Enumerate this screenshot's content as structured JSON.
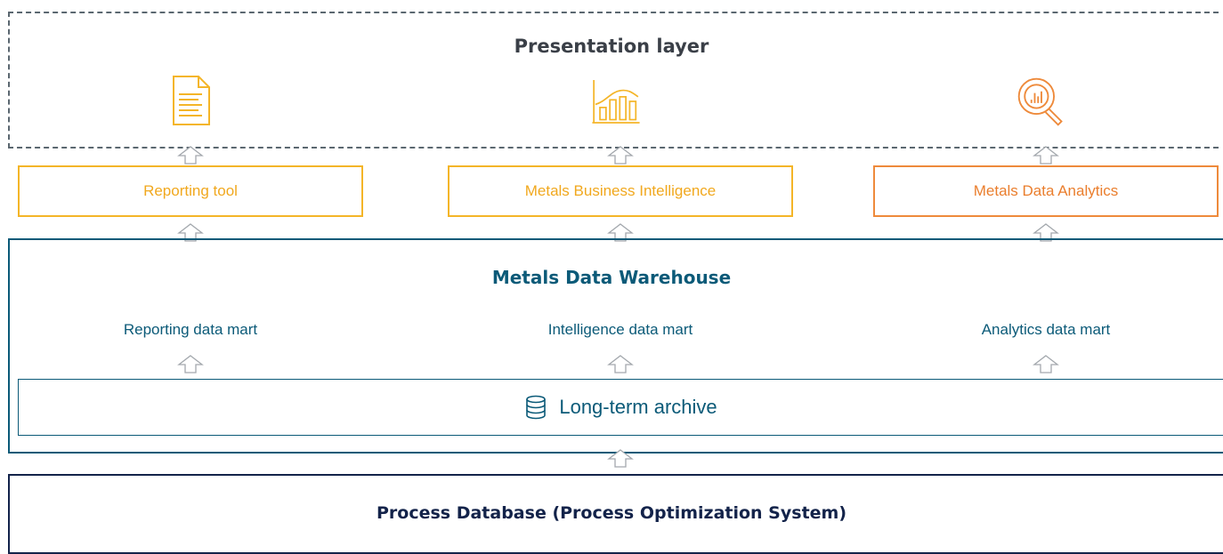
{
  "presentation": {
    "title": "Presentation layer"
  },
  "tools": {
    "reporting": "Reporting tool",
    "intelligence": "Metals Business Intelligence",
    "analytics": "Metals Data Analytics"
  },
  "warehouse": {
    "title": "Metals Data Warehouse",
    "marts": [
      "Reporting data mart",
      "Intelligence data mart",
      "Analytics data mart"
    ],
    "archive": "Long-term archive"
  },
  "process_db": {
    "title": "Process Database (Process Optimization System)"
  },
  "icons": {
    "reporting": "document-icon",
    "intelligence": "bar-chart-icon",
    "analytics": "magnifier-chart-icon",
    "archive": "database-icon"
  },
  "colors": {
    "yellow": "#f4b528",
    "orange": "#ee8a3b",
    "teal": "#0b5a78",
    "navy": "#13234a",
    "gray": "#5b6770"
  }
}
